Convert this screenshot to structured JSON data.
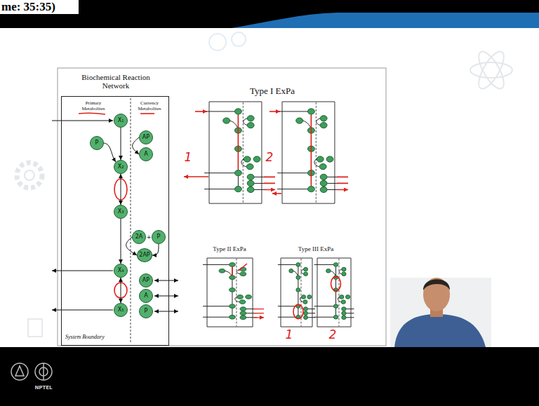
{
  "diagram": {
    "nodes": [
      {
        "text": [
          "Primary Metabolites",
          "Currency Metabolites",
          "System Boundary"
        ]
      },
      {
        "text": [
          "X₁"
        ],
        "in": 0
      },
      {
        "text": [
          "P"
        ],
        "in": 0
      },
      {
        "text": [
          "AP"
        ],
        "in": 0
      },
      {
        "text": [
          "A"
        ],
        "in": 0
      },
      {
        "text": [
          "X₂"
        ],
        "in": 0
      },
      {
        "text": [
          "X₃"
        ],
        "in": 0
      },
      {
        "text": [
          "2A"
        ],
        "in": 0
      },
      {
        "text": [
          "P"
        ],
        "in": 0
      },
      {
        "text": [
          "2AP"
        ],
        "in": 0
      },
      {
        "text": [
          "X₄"
        ],
        "in": 0
      },
      {
        "text": [
          "AP"
        ],
        "in": 0
      },
      {
        "text": [
          "A"
        ],
        "in": 0
      },
      {
        "text": [
          "P"
        ],
        "in": 0
      },
      {
        "text": [
          "X₅"
        ],
        "in": 0
      }
    ],
    "edges": [
      {
        "from": 1,
        "to": 5,
        "arrow": "to"
      },
      {
        "from": 2,
        "to": 5,
        "arrow": "to"
      },
      {
        "from": 3,
        "to": 4,
        "arrow": "to"
      },
      {
        "from": 5,
        "to": 6,
        "arrow": "both"
      },
      {
        "from": 6,
        "to": 10,
        "arrow": "to"
      },
      {
        "from": 7,
        "to": 9,
        "arrow": "to"
      },
      {
        "from": 8,
        "to": 9,
        "arrow": "to"
      },
      {
        "from": 10,
        "to": 14,
        "arrow": "both"
      }
    ],
    "labels": [
      "me: 35:35)",
      "Biochemical Reaction Network",
      "+",
      "Type I ExPa",
      "1",
      "2",
      "Type II ExPa",
      "Type III ExPa",
      "1",
      "2",
      "NPTEL"
    ]
  }
}
